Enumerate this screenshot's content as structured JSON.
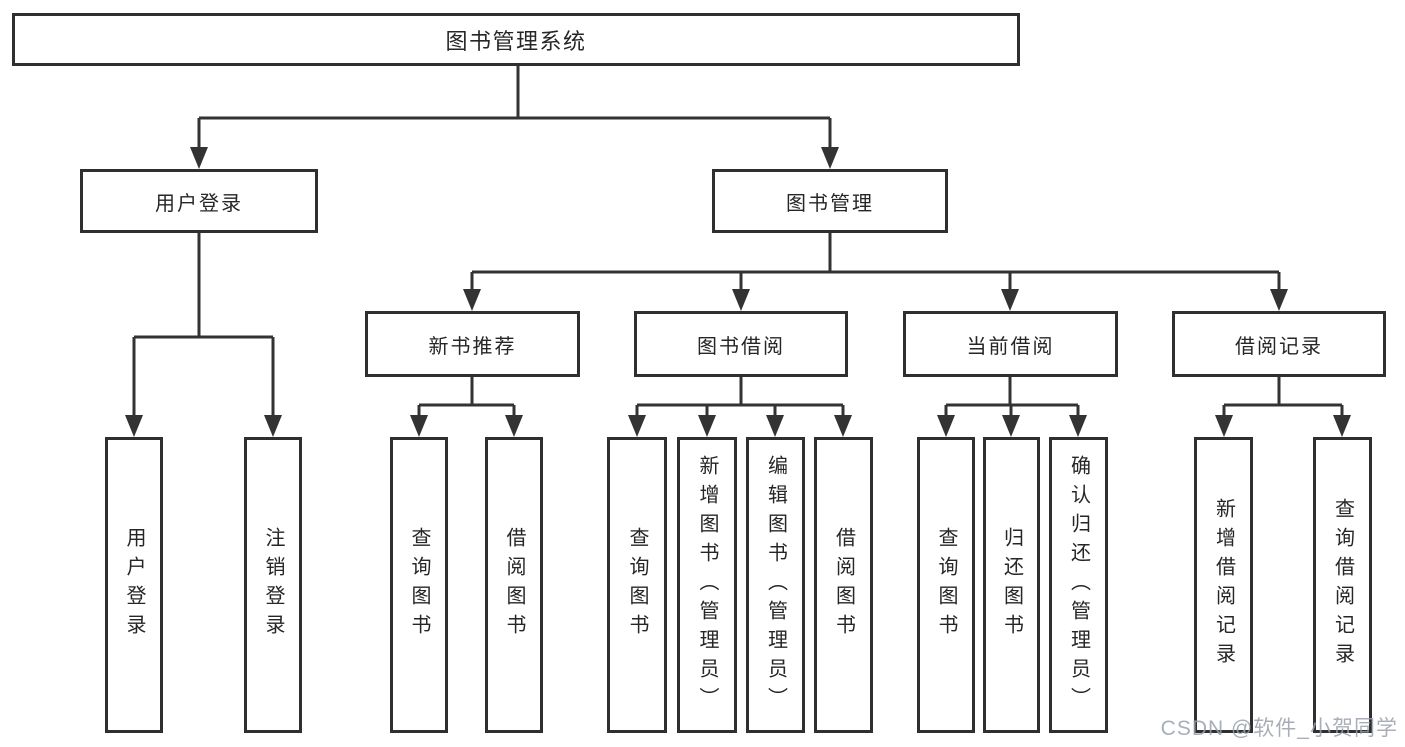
{
  "colors": {
    "background": "#ffffff",
    "line": "#333333",
    "border": "#2f2f2f",
    "text": "#262626",
    "watermark": "#9aa1ad"
  },
  "root": {
    "label": "图书管理系统"
  },
  "level2": {
    "user_login": {
      "label": "用户登录"
    },
    "book_management": {
      "label": "图书管理"
    }
  },
  "level3": {
    "new_book_recommendation": {
      "label": "新书推荐"
    },
    "book_borrowing": {
      "label": "图书借阅"
    },
    "current_borrowing": {
      "label": "当前借阅"
    },
    "borrowing_records": {
      "label": "借阅记录"
    }
  },
  "leaves": {
    "user_login": {
      "label": "用户登录"
    },
    "logout": {
      "label": "注销登录"
    },
    "recommend_query_books": {
      "label": "查询图书"
    },
    "recommend_borrow_books": {
      "label": "借阅图书"
    },
    "borrowing_query_books": {
      "label": "查询图书"
    },
    "borrowing_add_books": {
      "label": "新增图书（管理员）"
    },
    "borrowing_edit_books": {
      "label": "编辑图书（管理员）"
    },
    "borrowing_borrow_books": {
      "label": "借阅图书"
    },
    "current_query_books": {
      "label": "查询图书"
    },
    "current_return_books": {
      "label": "归还图书"
    },
    "current_confirm_return": {
      "label": "确认归还（管理员）"
    },
    "records_add_record": {
      "label": "新增借阅记录"
    },
    "records_query_record": {
      "label": "查询借阅记录"
    }
  },
  "watermark": {
    "label": "CSDN @软件_小贺同学"
  }
}
